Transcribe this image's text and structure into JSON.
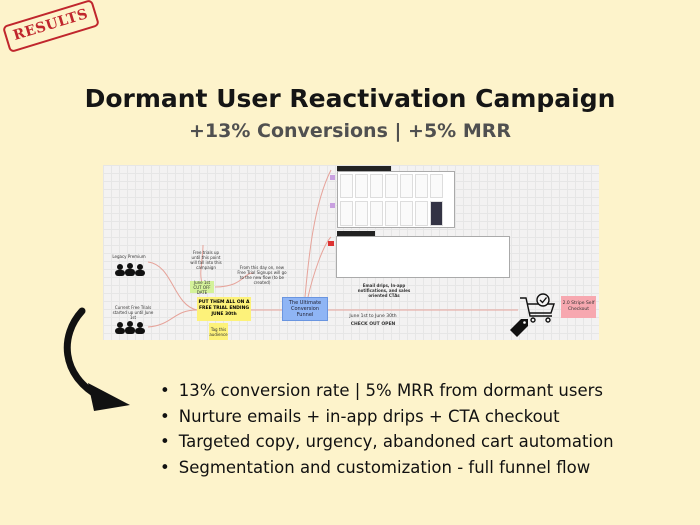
{
  "stamp": "RESULTS",
  "title": "Dormant User Reactivation Campaign",
  "subtitle": "+13% Conversions | +5% MRR",
  "board": {
    "legacy_label": "Legacy Premium",
    "trials_label": "Current Free Trials started up until June 1st",
    "cutoff_note": "June 1st CUT OFF DATE",
    "free_trials_text": "Free trials up until this point will fall into this campaign",
    "from_day_text": "From this day on, new Free Trial Signups will go to the new flow (to be created)",
    "main_note": "PUT THEM ALL ON A FREE TRIAL ENDING JUNE 30th",
    "tag_note": "Tag this audience",
    "funnel_box": "The Ultimate Conversion Funnel",
    "email_text": "Email drips, In-app notifications, and sales oriented CTAs",
    "dates_text": "June 1st to June 30th",
    "checkout_text": "CHECK OUT OPEN",
    "stripe_box": "2.0 Stripe Self Checkout",
    "colors": {
      "yellow_note": "#fdf27a",
      "green_note": "#d4f29a",
      "blue_box": "#8fb5f5",
      "pink_box": "#f7a8b0",
      "connector": "#e6a39a"
    }
  },
  "bullets": [
    "13% conversion rate | 5% MRR from dormant users",
    "Nurture emails + in-app drips + CTA checkout",
    "Targeted copy, urgency, abandoned cart automation",
    "Segmentation and customization - full funnel flow"
  ],
  "icons": [
    "people-icon",
    "shopping-cart-icon",
    "price-tag-icon",
    "curved-arrow-icon"
  ]
}
